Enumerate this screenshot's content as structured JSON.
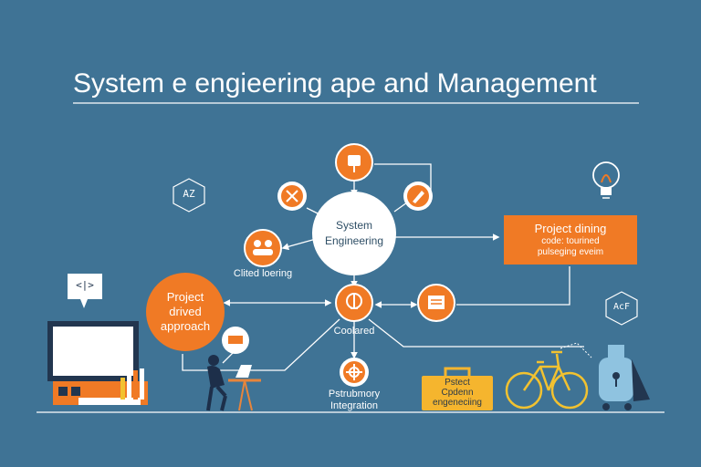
{
  "title": "System e engieering ape and Management",
  "hub": {
    "line1": "System",
    "line2": "Engineering"
  },
  "project_approach": {
    "line1": "Project",
    "line2": "drived",
    "line3": "approach"
  },
  "info_box": {
    "line1": "Project dining",
    "line2": "code: tourined",
    "line3": "pulseging eveim"
  },
  "labels": {
    "cloud_learning": "Clited loering",
    "coolared": "Coolared",
    "integration_line1": "Pstrubmory",
    "integration_line2": "Integration"
  },
  "briefcase": {
    "line1": "Pstect",
    "line2": "Cpdenn",
    "line3": "engeneciing"
  },
  "badges": {
    "left_hex": "AZ",
    "right_hex": "AcF",
    "code_bubble": "<|>"
  },
  "colors": {
    "background": "#3f7395",
    "accent_orange": "#f07a25",
    "hub_white": "#ffffff",
    "line_white": "#ffffff",
    "case_yellow": "#f5b52e",
    "bike_yellow": "#f2c230",
    "robot_blue": "#8fc3e0"
  },
  "icons": {
    "top_node": "plug-icon",
    "upper_left_node": "tools-icon",
    "upper_right_node": "rocket-icon",
    "left_node": "people-icon",
    "center_node": "brain-icon",
    "right_node": "document-icon",
    "bottom_node": "gear-icon",
    "idea": "lightbulb-icon",
    "chat": "chat-bubble-icon"
  }
}
